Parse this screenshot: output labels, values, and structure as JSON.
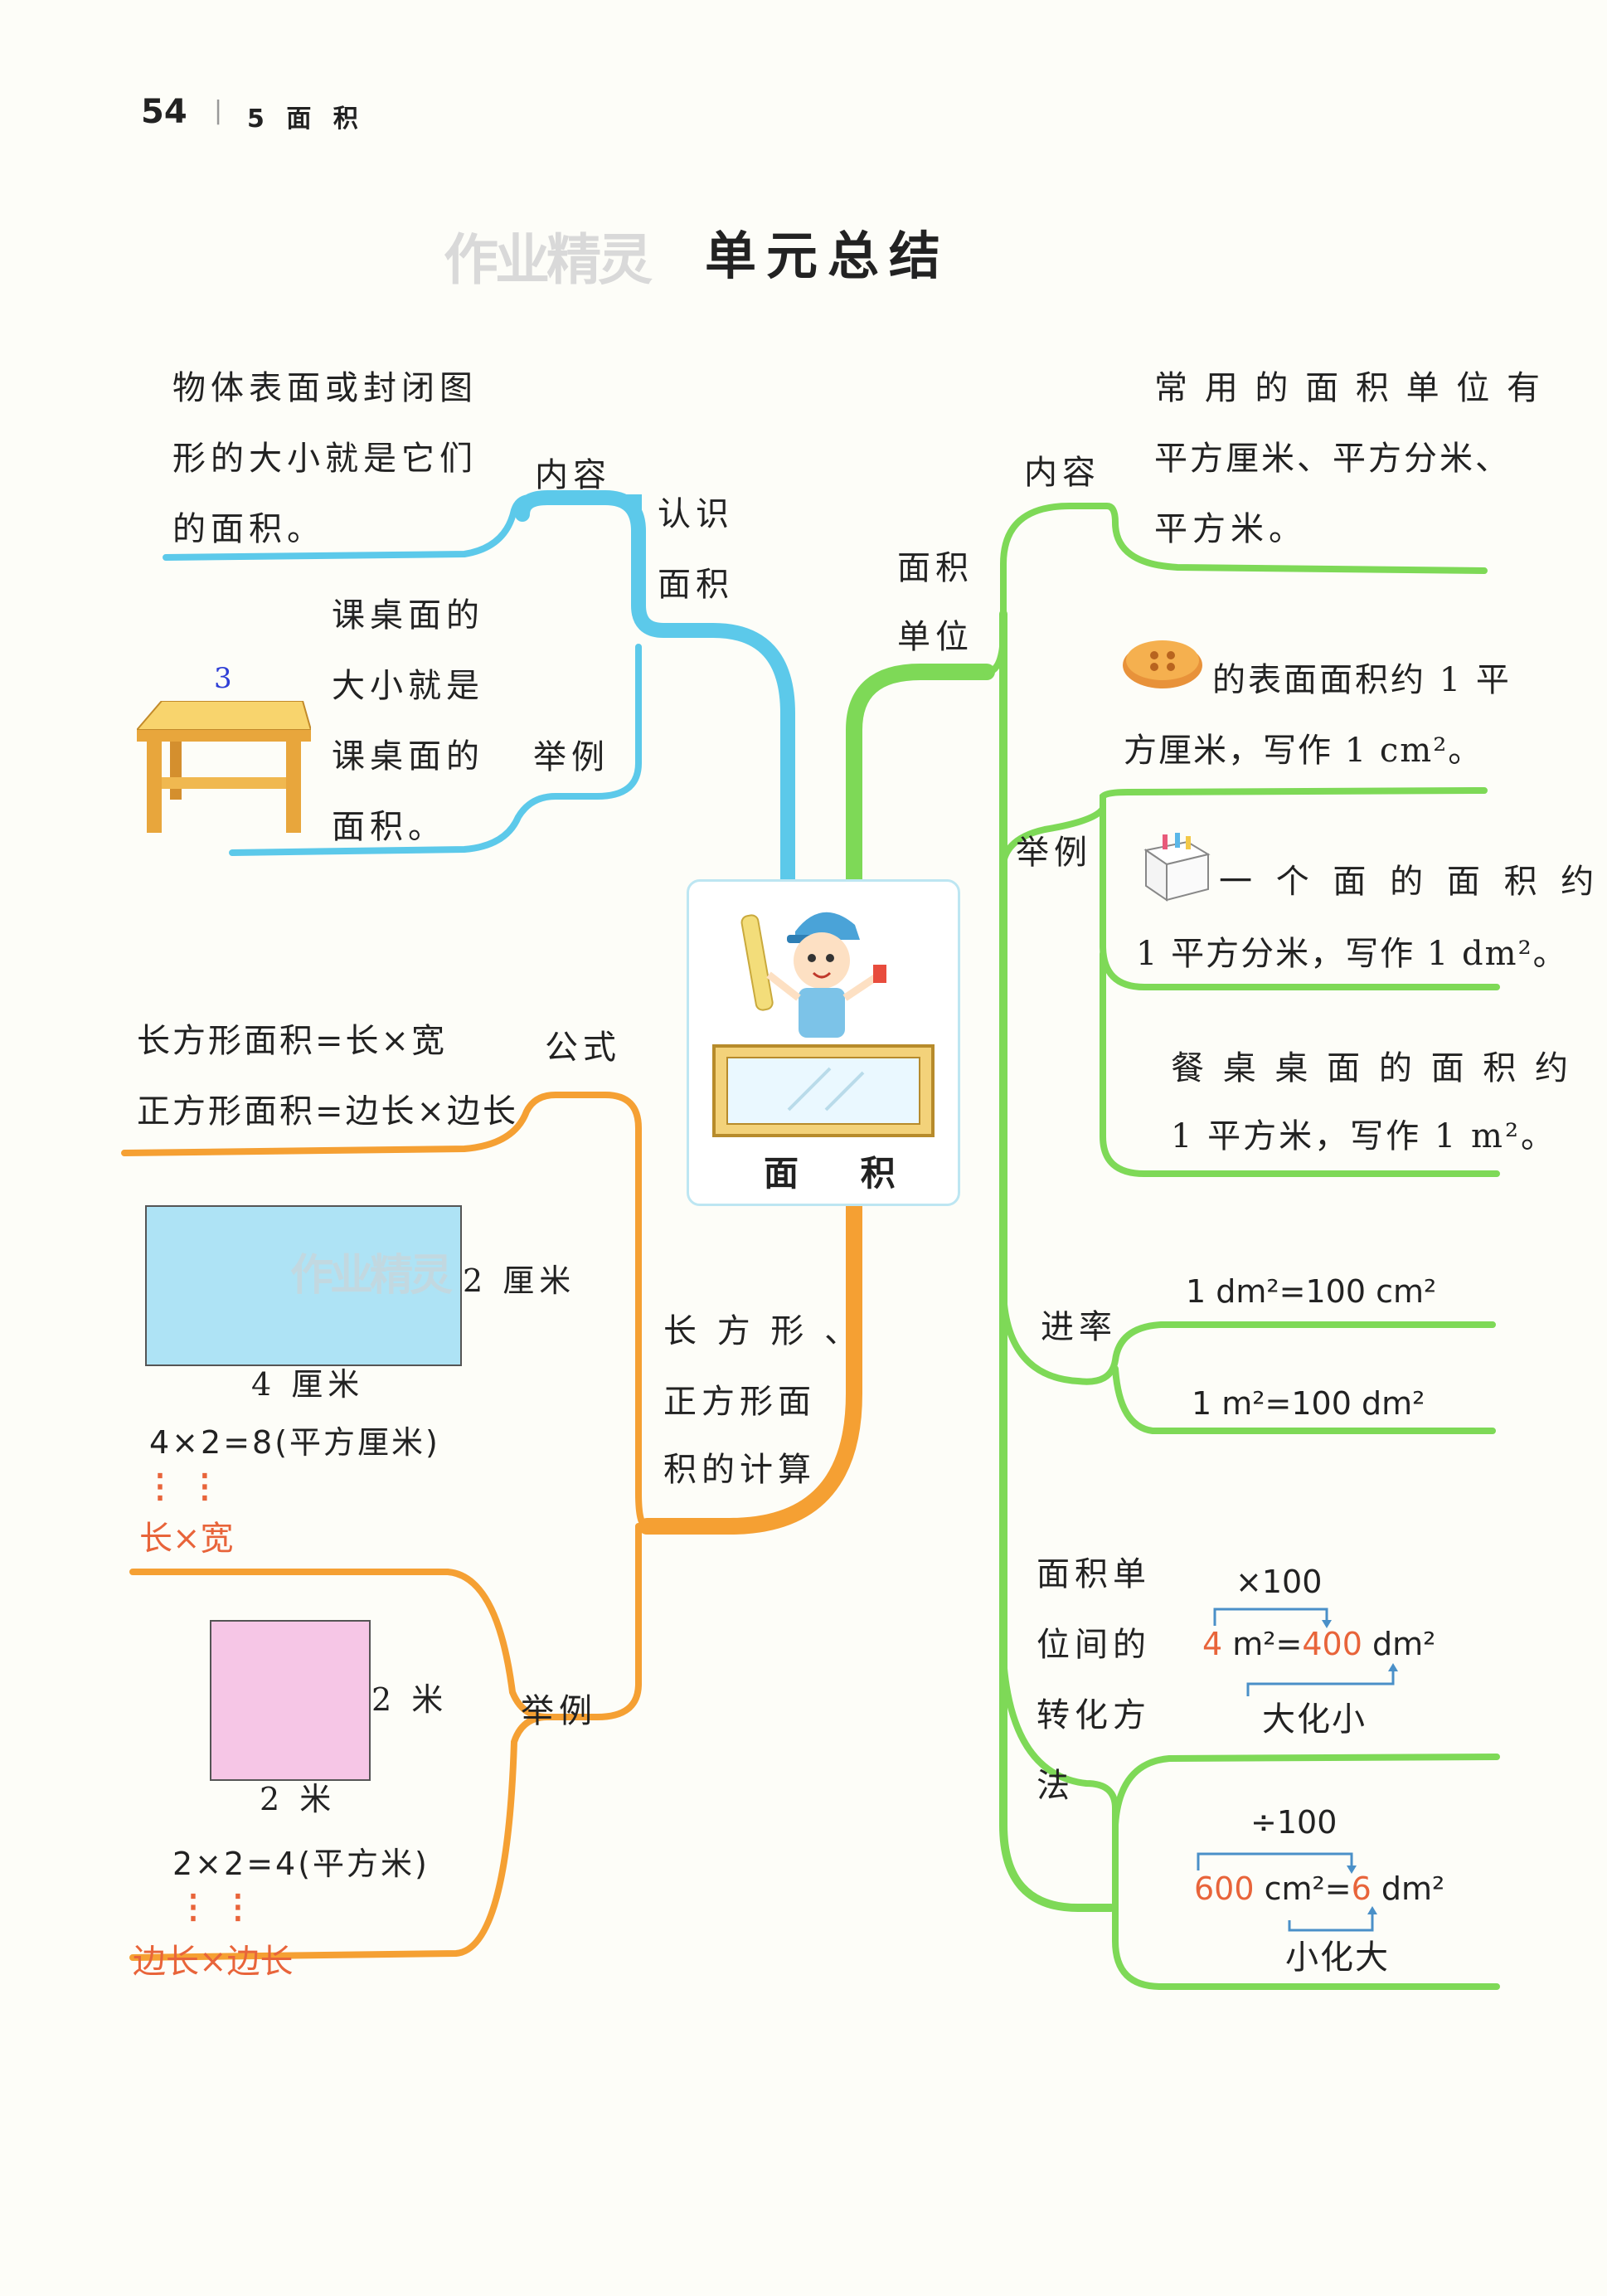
{
  "header": {
    "page_number": "54",
    "separator": "|",
    "chapter": "5 面 积"
  },
  "watermark": "作业精灵",
  "title": "单元总结",
  "center": {
    "label": "面 积"
  },
  "left": {
    "branch_recognize": {
      "label_line1": "认识",
      "label_line2": "面积",
      "content_tag": "内容",
      "content_lines": [
        "物体表面或封闭图",
        "形的大小就是它们",
        "的面积。"
      ],
      "example_tag": "举例",
      "example_lines": [
        "课桌面的",
        "大小就是",
        "课桌面的",
        "面积。"
      ],
      "mark": "3"
    },
    "branch_calc": {
      "label_lines": [
        "长 方 形 、",
        "正方形面",
        "积的计算"
      ],
      "formula_tag": "公式",
      "formula_lines": [
        "长方形面积=长×宽",
        "正方形面积=边长×边长"
      ],
      "example_tag": "举例",
      "rect": {
        "height_label": "2 厘米",
        "width_label": "4 厘米",
        "equation": "4×2=8(平方厘米)",
        "dots": "⋮   ⋮",
        "explain": "长×宽",
        "color": "#aee3f5"
      },
      "square": {
        "height_label": "2 米",
        "width_label": "2 米",
        "equation": "2×2=4(平方米)",
        "dots": "⋮   ⋮",
        "explain": "边长×边长",
        "color": "#f6c6e6"
      }
    }
  },
  "right": {
    "units_label": [
      "面积",
      "单位"
    ],
    "content_tag": "内容",
    "content_lines": [
      "常 用 的 面 积 单 位 有",
      "平方厘米、平方分米、",
      "平方米。"
    ],
    "example_tag": "举例",
    "examples": [
      {
        "line1": "的表面面积约 1 平",
        "line2": "方厘米，写作 1 cm²。"
      },
      {
        "line1": "一 个 面 的 面 积 约",
        "line2": "1 平方分米，写作 1 dm²。"
      },
      {
        "line1": "餐 桌 桌 面 的 面 积 约",
        "line2": "1 平方米，写作 1 m²。"
      }
    ],
    "rate_tag": "进率",
    "rates": [
      "1 dm²=100 cm²",
      "1 m²=100 dm²"
    ],
    "convert_label": [
      "面积单",
      "位间的",
      "转化方",
      "法"
    ],
    "convert1": {
      "op": "×100",
      "left_num": "4",
      "left_unit": " m²=",
      "right_num": "400",
      "right_unit": " dm²",
      "note": "大化小"
    },
    "convert2": {
      "op": "÷100",
      "left_num": "600",
      "left_unit": " cm²=",
      "right_num": "6",
      "right_unit": " dm²",
      "note": "小化大"
    }
  },
  "colors": {
    "blue_branch": "#5cc9ea",
    "orange_branch": "#f5a033",
    "green_branch": "#7ed957"
  }
}
